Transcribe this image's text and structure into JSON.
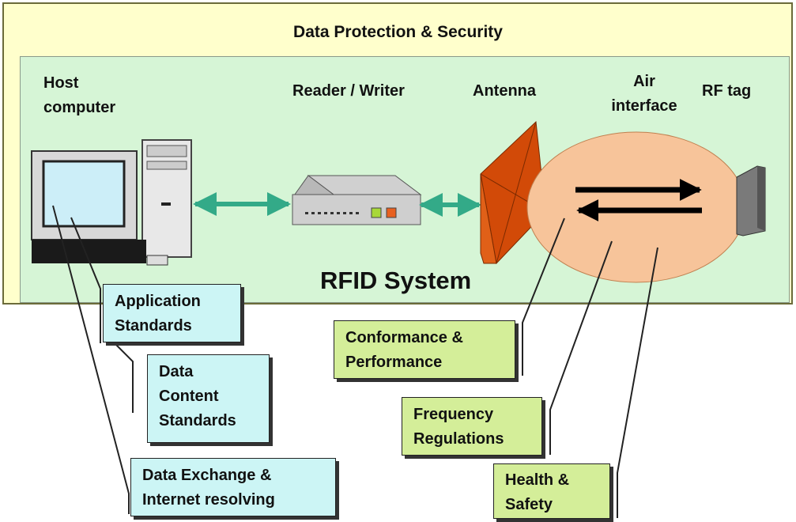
{
  "title": "Data Protection & Security",
  "system_label": "RFID System",
  "components": {
    "host": "Host\ncomputer",
    "reader": "Reader / Writer",
    "antenna": "Antenna",
    "air": "Air\ninterface",
    "tag": "RF tag"
  },
  "standards": {
    "application": "Application\nStandards",
    "data_content": "Data\nContent\nStandards",
    "data_exchange": "Data Exchange &\nInternet resolving",
    "conformance": "Conformance &\nPerformance",
    "frequency": "Frequency\nRegulations",
    "health": "Health &\nSafety"
  },
  "colors": {
    "security_bg": "#ffffcc",
    "system_bg": "#d6f5d6",
    "standard_blue": "#ccf5f5",
    "standard_green": "#d4ee99",
    "link_arrow": "#33aa88",
    "antenna": "#e05a10",
    "air_field": "#f7c49a"
  }
}
